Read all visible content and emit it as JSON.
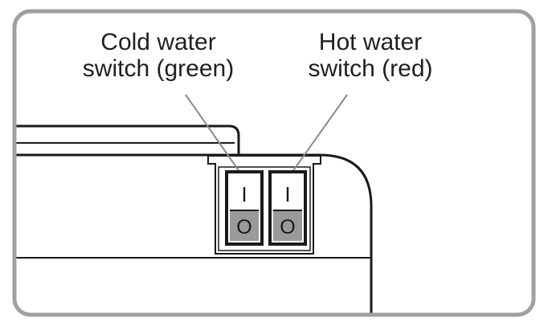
{
  "labels": {
    "cold": {
      "line1": "Cold water",
      "line2": "switch (green)"
    },
    "hot": {
      "line1": "Hot water",
      "line2": "switch (red)"
    }
  },
  "switch_marks": {
    "on": "I",
    "off": "O"
  },
  "colors": {
    "frame_border": "#a0a0a0",
    "outline": "#1a1a1a",
    "switch_off_fill": "#9a9a9a",
    "leader_line": "#8a8a8a",
    "background": "#ffffff"
  },
  "icons": {
    "cold_switch": "rocker-switch-icon",
    "hot_switch": "rocker-switch-icon"
  }
}
